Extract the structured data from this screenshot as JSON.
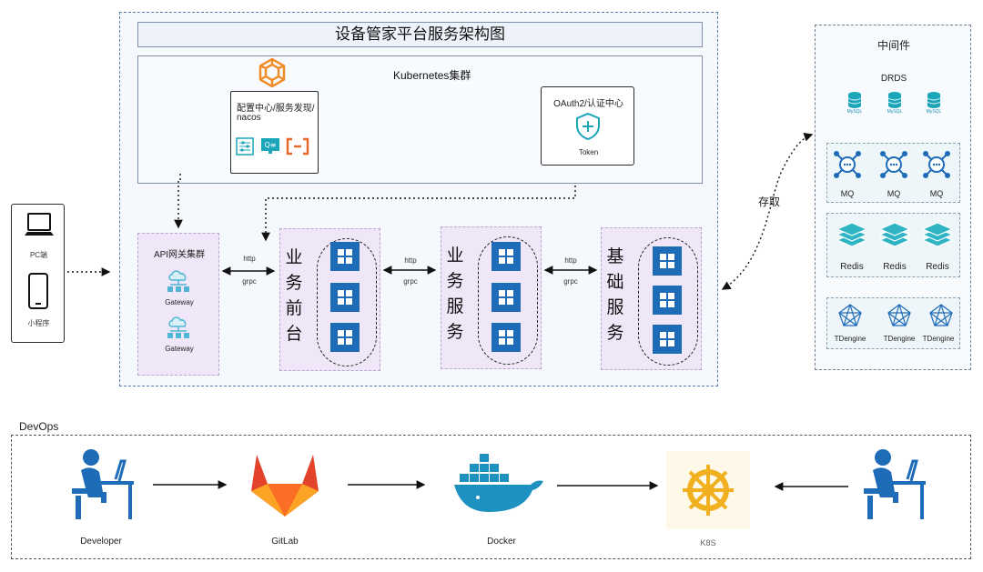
{
  "title": "设备管家平台服务架构图",
  "clients": {
    "pc_label": "PC端",
    "mini_label": "小程序"
  },
  "k8s": {
    "label": "Kubernetes集群",
    "config_center": {
      "line1": "配置中心/服务发现/",
      "line2": "nacos"
    },
    "oauth": {
      "label": "OAuth2/认证中心",
      "token": "Token"
    }
  },
  "gateway": {
    "title": "API网关集群",
    "items": [
      "Gateway",
      "Gateway"
    ]
  },
  "services": [
    {
      "chars": [
        "业",
        "务",
        "前",
        "台"
      ]
    },
    {
      "chars": [
        "业",
        "务",
        "服",
        "务"
      ]
    },
    {
      "chars": [
        "基",
        "础",
        "服",
        "务"
      ]
    }
  ],
  "protocol": {
    "http": "http",
    "grpc": "grpc"
  },
  "access_label": "存取",
  "middleware": {
    "title": "中间件",
    "drds": {
      "title": "DRDS",
      "items": [
        "MySQL",
        "MySQL",
        "MySQL"
      ]
    },
    "mq": [
      "MQ",
      "MQ",
      "MQ"
    ],
    "redis": [
      "Redis",
      "Redis",
      "Redis"
    ],
    "tdengine": [
      "TDengine",
      "TDengine",
      "TDengine"
    ]
  },
  "devops": {
    "title": "DevOps",
    "steps": [
      "Developer",
      "GitLab",
      "Docker",
      "K8S"
    ]
  },
  "colors": {
    "accent_blue": "#1e6bb8",
    "panel_purple": "#efe6f7",
    "gateway_cyan": "#4fb6d6",
    "gitlab_orange": "#e2432a",
    "docker_blue": "#1d91c0",
    "helm_yellow": "#f0b020"
  }
}
